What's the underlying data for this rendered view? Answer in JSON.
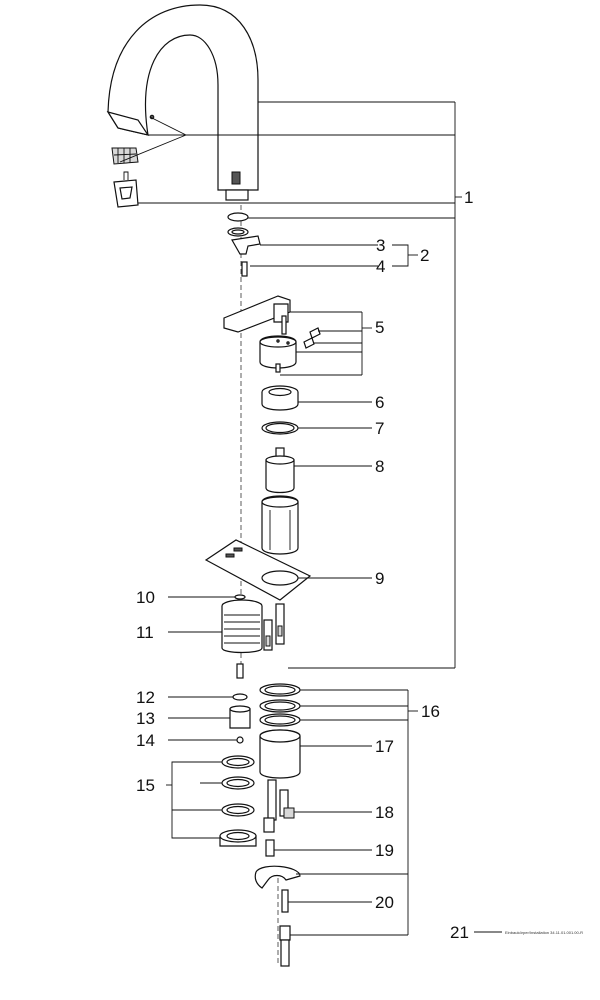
{
  "callouts": [
    {
      "num": "1"
    },
    {
      "num": "2"
    },
    {
      "num": "3"
    },
    {
      "num": "4"
    },
    {
      "num": "5"
    },
    {
      "num": "6"
    },
    {
      "num": "7"
    },
    {
      "num": "8"
    },
    {
      "num": "9"
    },
    {
      "num": "10"
    },
    {
      "num": "11"
    },
    {
      "num": "12"
    },
    {
      "num": "13"
    },
    {
      "num": "14"
    },
    {
      "num": "15"
    },
    {
      "num": "16"
    },
    {
      "num": "17"
    },
    {
      "num": "18"
    },
    {
      "num": "19"
    },
    {
      "num": "20"
    },
    {
      "num": "21"
    }
  ],
  "part21_caption": "Einbaukörper/Installation 34.11.01.001.00-R"
}
